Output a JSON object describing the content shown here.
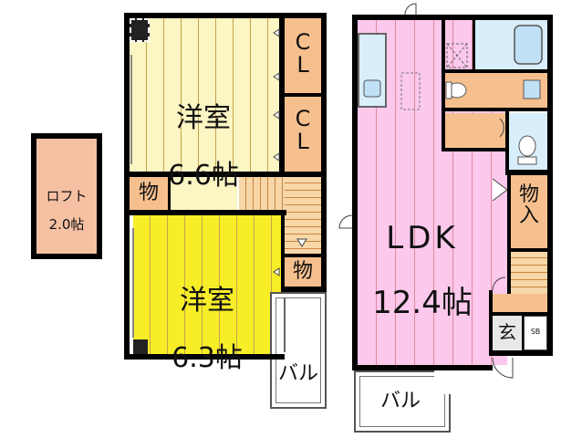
{
  "rooms": {
    "loft": {
      "line1": "ロフト",
      "line2": "2.0帖"
    },
    "western_room_upper": {
      "line1": "洋室",
      "line2": "6.6帖"
    },
    "western_room_lower": {
      "line1": "洋室",
      "line2": "6.3帖"
    },
    "ldk": {
      "line1": "LDK",
      "line2": "12.4帖"
    },
    "closet_upper": "C\nL",
    "closet_lower": "C\nL",
    "storage_left": "物",
    "storage_mid": "物",
    "storage_right": "物\n入",
    "entrance": "玄",
    "shoe_box": "SB",
    "balcony_left": "バル",
    "balcony_right": "バル"
  },
  "colors": {
    "western_upper": "#fbf6c3",
    "western_lower": "#f7ee28",
    "ldk": "#fcc8ec",
    "storage": "#f6c08e",
    "loft": "#f6c0a3",
    "wet_area": "#d8eefb",
    "balcony": "#ffffff",
    "wall": "#000000"
  }
}
